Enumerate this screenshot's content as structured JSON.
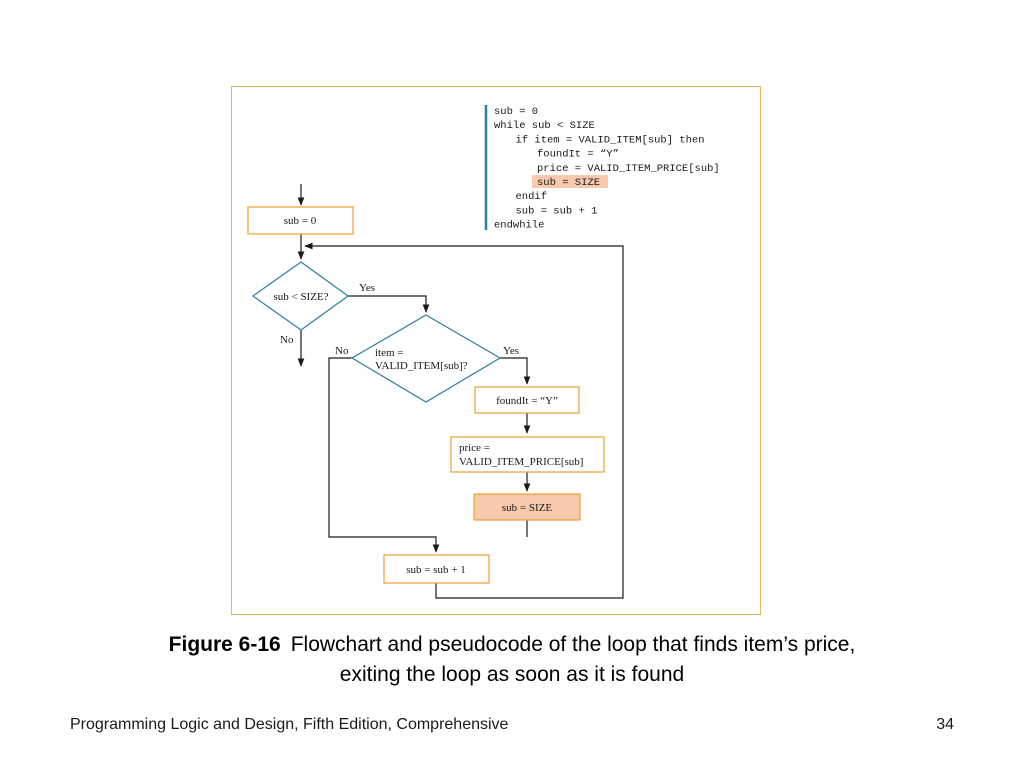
{
  "pseudocode": [
    {
      "indent": 0,
      "text": "sub = 0"
    },
    {
      "indent": 0,
      "text": "while sub < SIZE"
    },
    {
      "indent": 1,
      "text": "if item = VALID_ITEM[sub] then"
    },
    {
      "indent": 2,
      "text": "foundIt = “Y”"
    },
    {
      "indent": 2,
      "text": "price = VALID_ITEM_PRICE[sub]"
    },
    {
      "indent": 2,
      "text": "sub = SIZE",
      "highlight": true
    },
    {
      "indent": 1,
      "text": "endif"
    },
    {
      "indent": 1,
      "text": "sub = sub + 1"
    },
    {
      "indent": 0,
      "text": "endwhile"
    }
  ],
  "flowchart": {
    "init_box": "sub = 0",
    "loop_decision": "sub < SIZE?",
    "loop_yes": "Yes",
    "loop_no": "No",
    "item_decision_line1": "item =",
    "item_decision_line2": "VALID_ITEM[sub]?",
    "item_yes": "Yes",
    "item_no": "No",
    "found_box": "foundIt = “Y”",
    "price_box_line1": "price =",
    "price_box_line2": "VALID_ITEM_PRICE[sub]",
    "sub_size_box": "sub = SIZE",
    "increment_box": "sub = sub + 1"
  },
  "caption": {
    "label": "Figure 6-16",
    "text_line1": "Flowchart and pseudocode of the loop that finds item’s price,",
    "text_line2": "exiting the loop as soon as it is found"
  },
  "footer": {
    "title": "Programming Logic and Design, Fifth Edition, Comprehensive",
    "page": "34"
  },
  "colors": {
    "frame": "#e6b85c",
    "box_border": "#f0a030",
    "diamond_border": "#2a7fa5",
    "highlight_fill": "#f9c9ad",
    "code_bar": "#2a7fa5"
  }
}
